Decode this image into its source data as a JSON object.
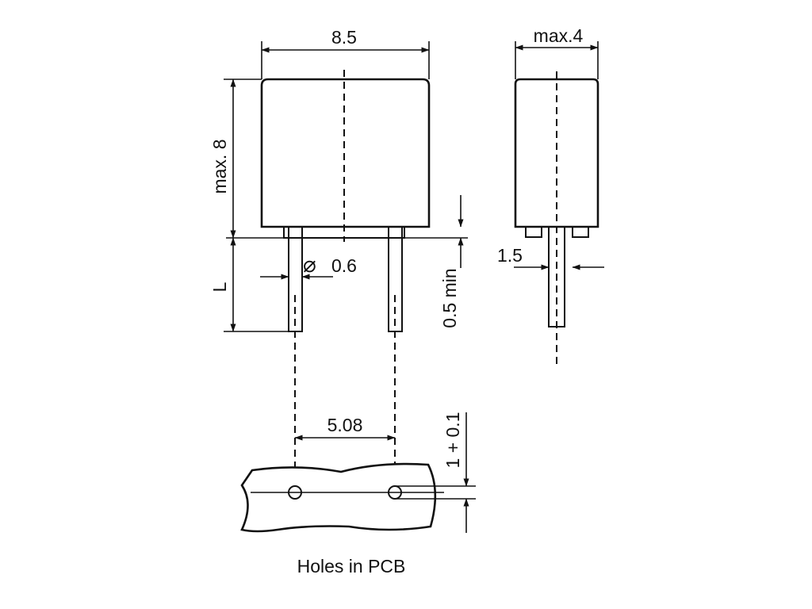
{
  "drawing": {
    "dimensions": {
      "width": "8.5",
      "depth": "max.4",
      "height": "max. 8",
      "lead_length": "L",
      "lead_diameter": "0.6",
      "lead_diameter_symbol": "⌀",
      "standoff": "0.5 min",
      "side_offset": "1.5",
      "pitch": "5.08",
      "hole_diameter": "1 + 0.1"
    },
    "caption": "Holes in PCB"
  }
}
